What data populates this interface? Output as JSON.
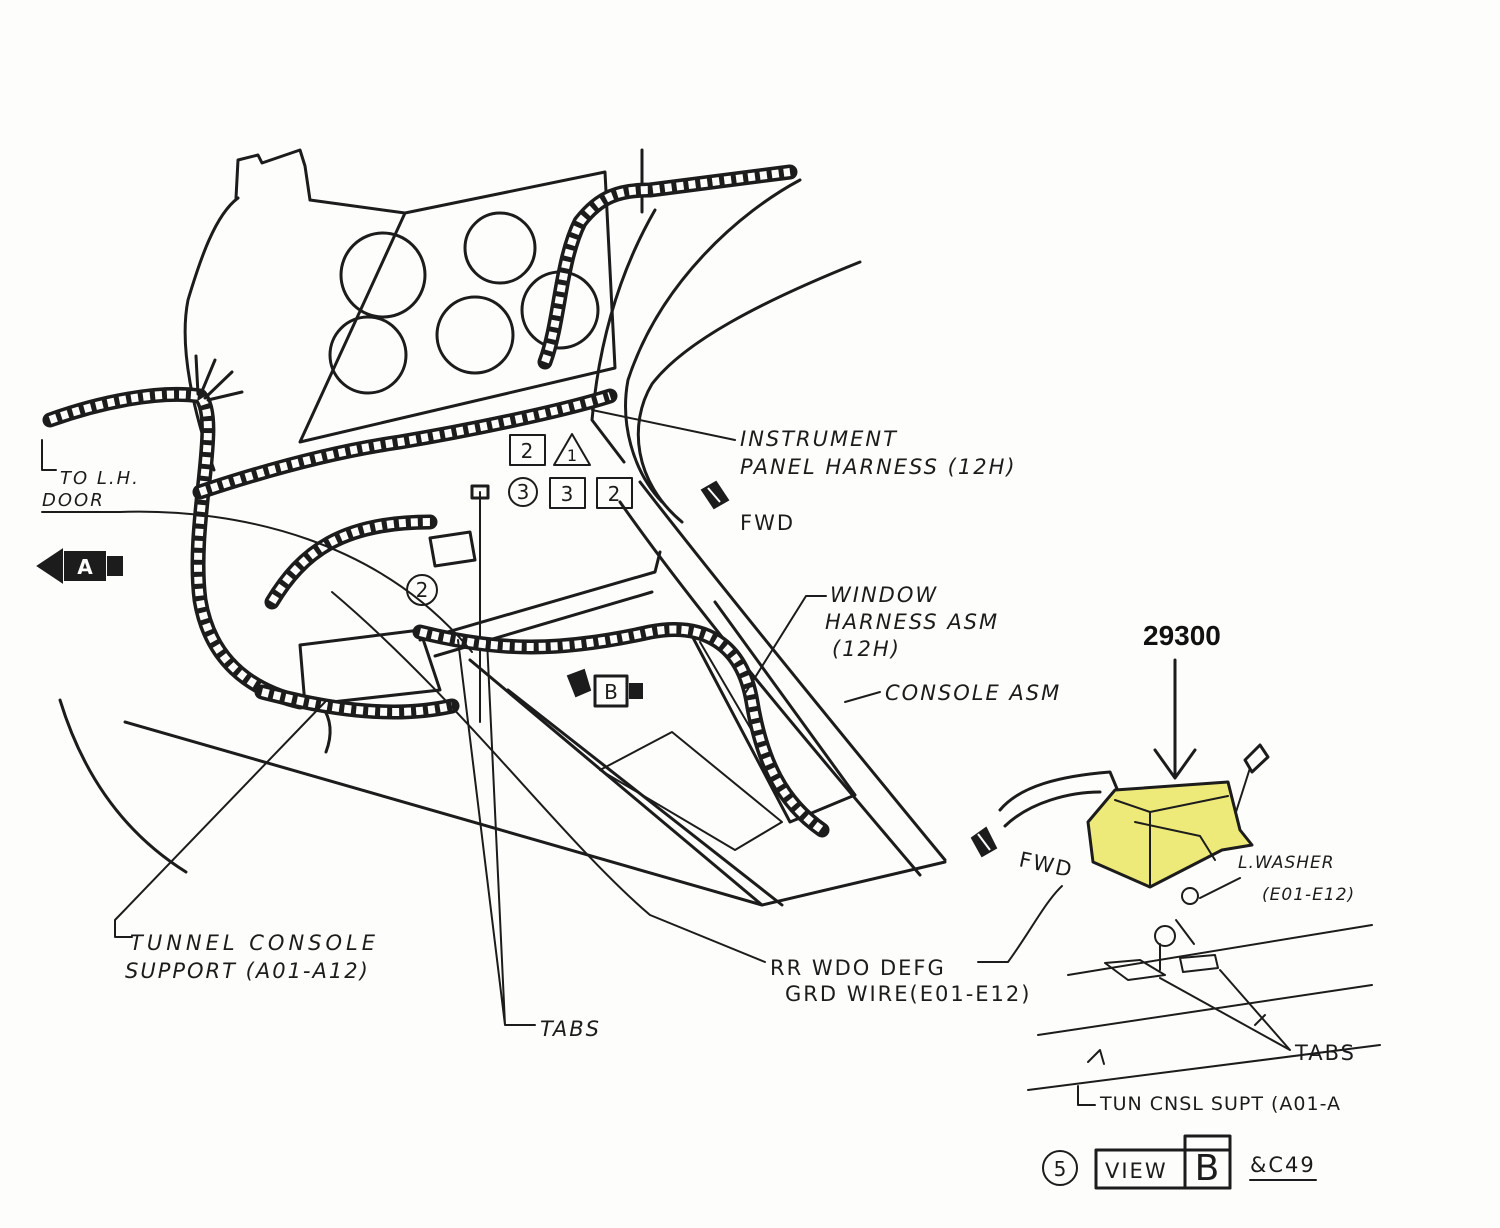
{
  "colors": {
    "ink": "#1c1c1c",
    "highlight": "#eeea7a",
    "paper": "#fdfdfb"
  },
  "labels": {
    "instrument_panel_harness": [
      "INSTRUMENT",
      "PANEL HARNESS (12H)"
    ],
    "fwd_main": "FWD",
    "to_lh_door": [
      "TO L.H.",
      "DOOR"
    ],
    "window_harness": [
      "WINDOW",
      "HARNESS ASM",
      "(12H)"
    ],
    "console_asm": "CONSOLE ASM",
    "tunnel_console_support": [
      "TUNNEL CONSOLE",
      "SUPPORT (A01-A12)"
    ],
    "rr_wdo_defg": [
      "RR WDO DEFG",
      "GRD WIRE(E01-E12)"
    ],
    "tabs_main": "TABS",
    "part_number": "29300",
    "fwd_view_b": "FWD",
    "l_washer": [
      "L.WASHER",
      "(E01-E12)"
    ],
    "tabs_view_b": "TABS",
    "tun_cnsl_supt": "TUN CNSL SUPT (A01-A"
  },
  "callouts": {
    "box_2": "2",
    "triangle_1": "1",
    "circle_3": "3",
    "box_3": "3",
    "box_2b": "2",
    "circle_2": "2"
  },
  "view_markers": {
    "a": "A",
    "b": "B"
  },
  "view_caption": {
    "circle": "5",
    "view": "VIEW",
    "letter": "B",
    "ref": "&C49"
  },
  "icons": {
    "fwd": "fwd-arrow-icon",
    "view_direction": "view-direction-arrow-icon",
    "part_pointer": "down-arrow-icon"
  }
}
